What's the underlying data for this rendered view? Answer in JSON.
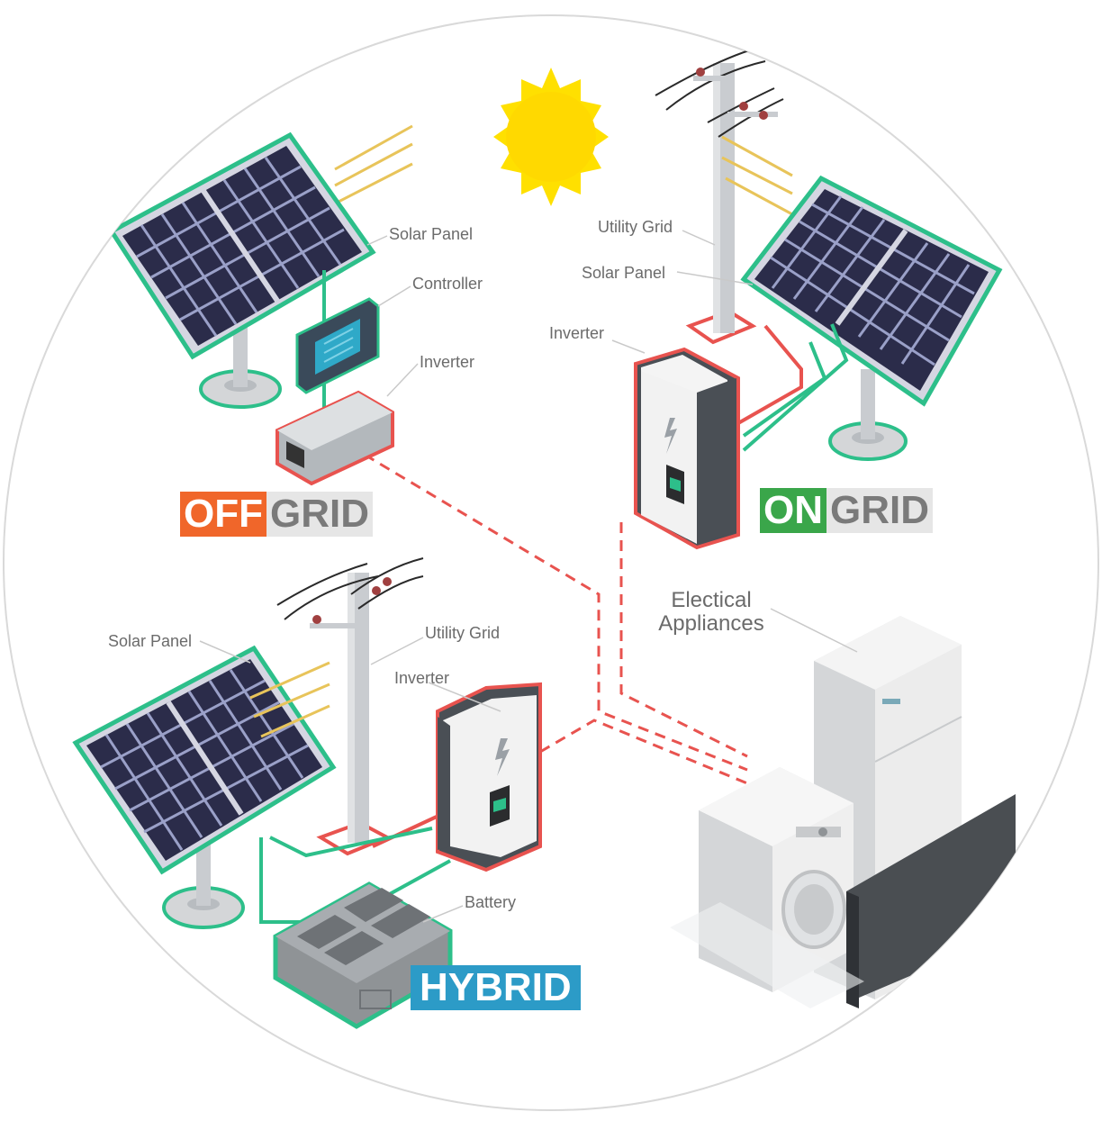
{
  "labels": {
    "offgrid": {
      "solar_panel": "Solar Panel",
      "controller": "Controller",
      "inverter": "Inverter"
    },
    "ongrid": {
      "utility_grid": "Utility Grid",
      "solar_panel": "Solar Panel",
      "inverter": "Inverter"
    },
    "hybrid": {
      "solar_panel": "Solar Panel",
      "utility_grid": "Utility Grid",
      "inverter": "Inverter",
      "battery": "Battery"
    },
    "appliances_line1": "Electical",
    "appliances_line2": "Appliances"
  },
  "badges": {
    "off_accent": "OFF",
    "off_rest": "GRID",
    "on_accent": "ON",
    "on_rest": "GRID",
    "hybrid": "HYBRID"
  },
  "colors": {
    "offgrid_accent": "#f0662a",
    "ongrid_accent": "#3aa64a",
    "hybrid_accent": "#2c9bc7",
    "dc_wire": "#2dbf8a",
    "ac_wire": "#e8534f",
    "panel_cell": "#2b2c4a",
    "sun": "#ffe000"
  }
}
